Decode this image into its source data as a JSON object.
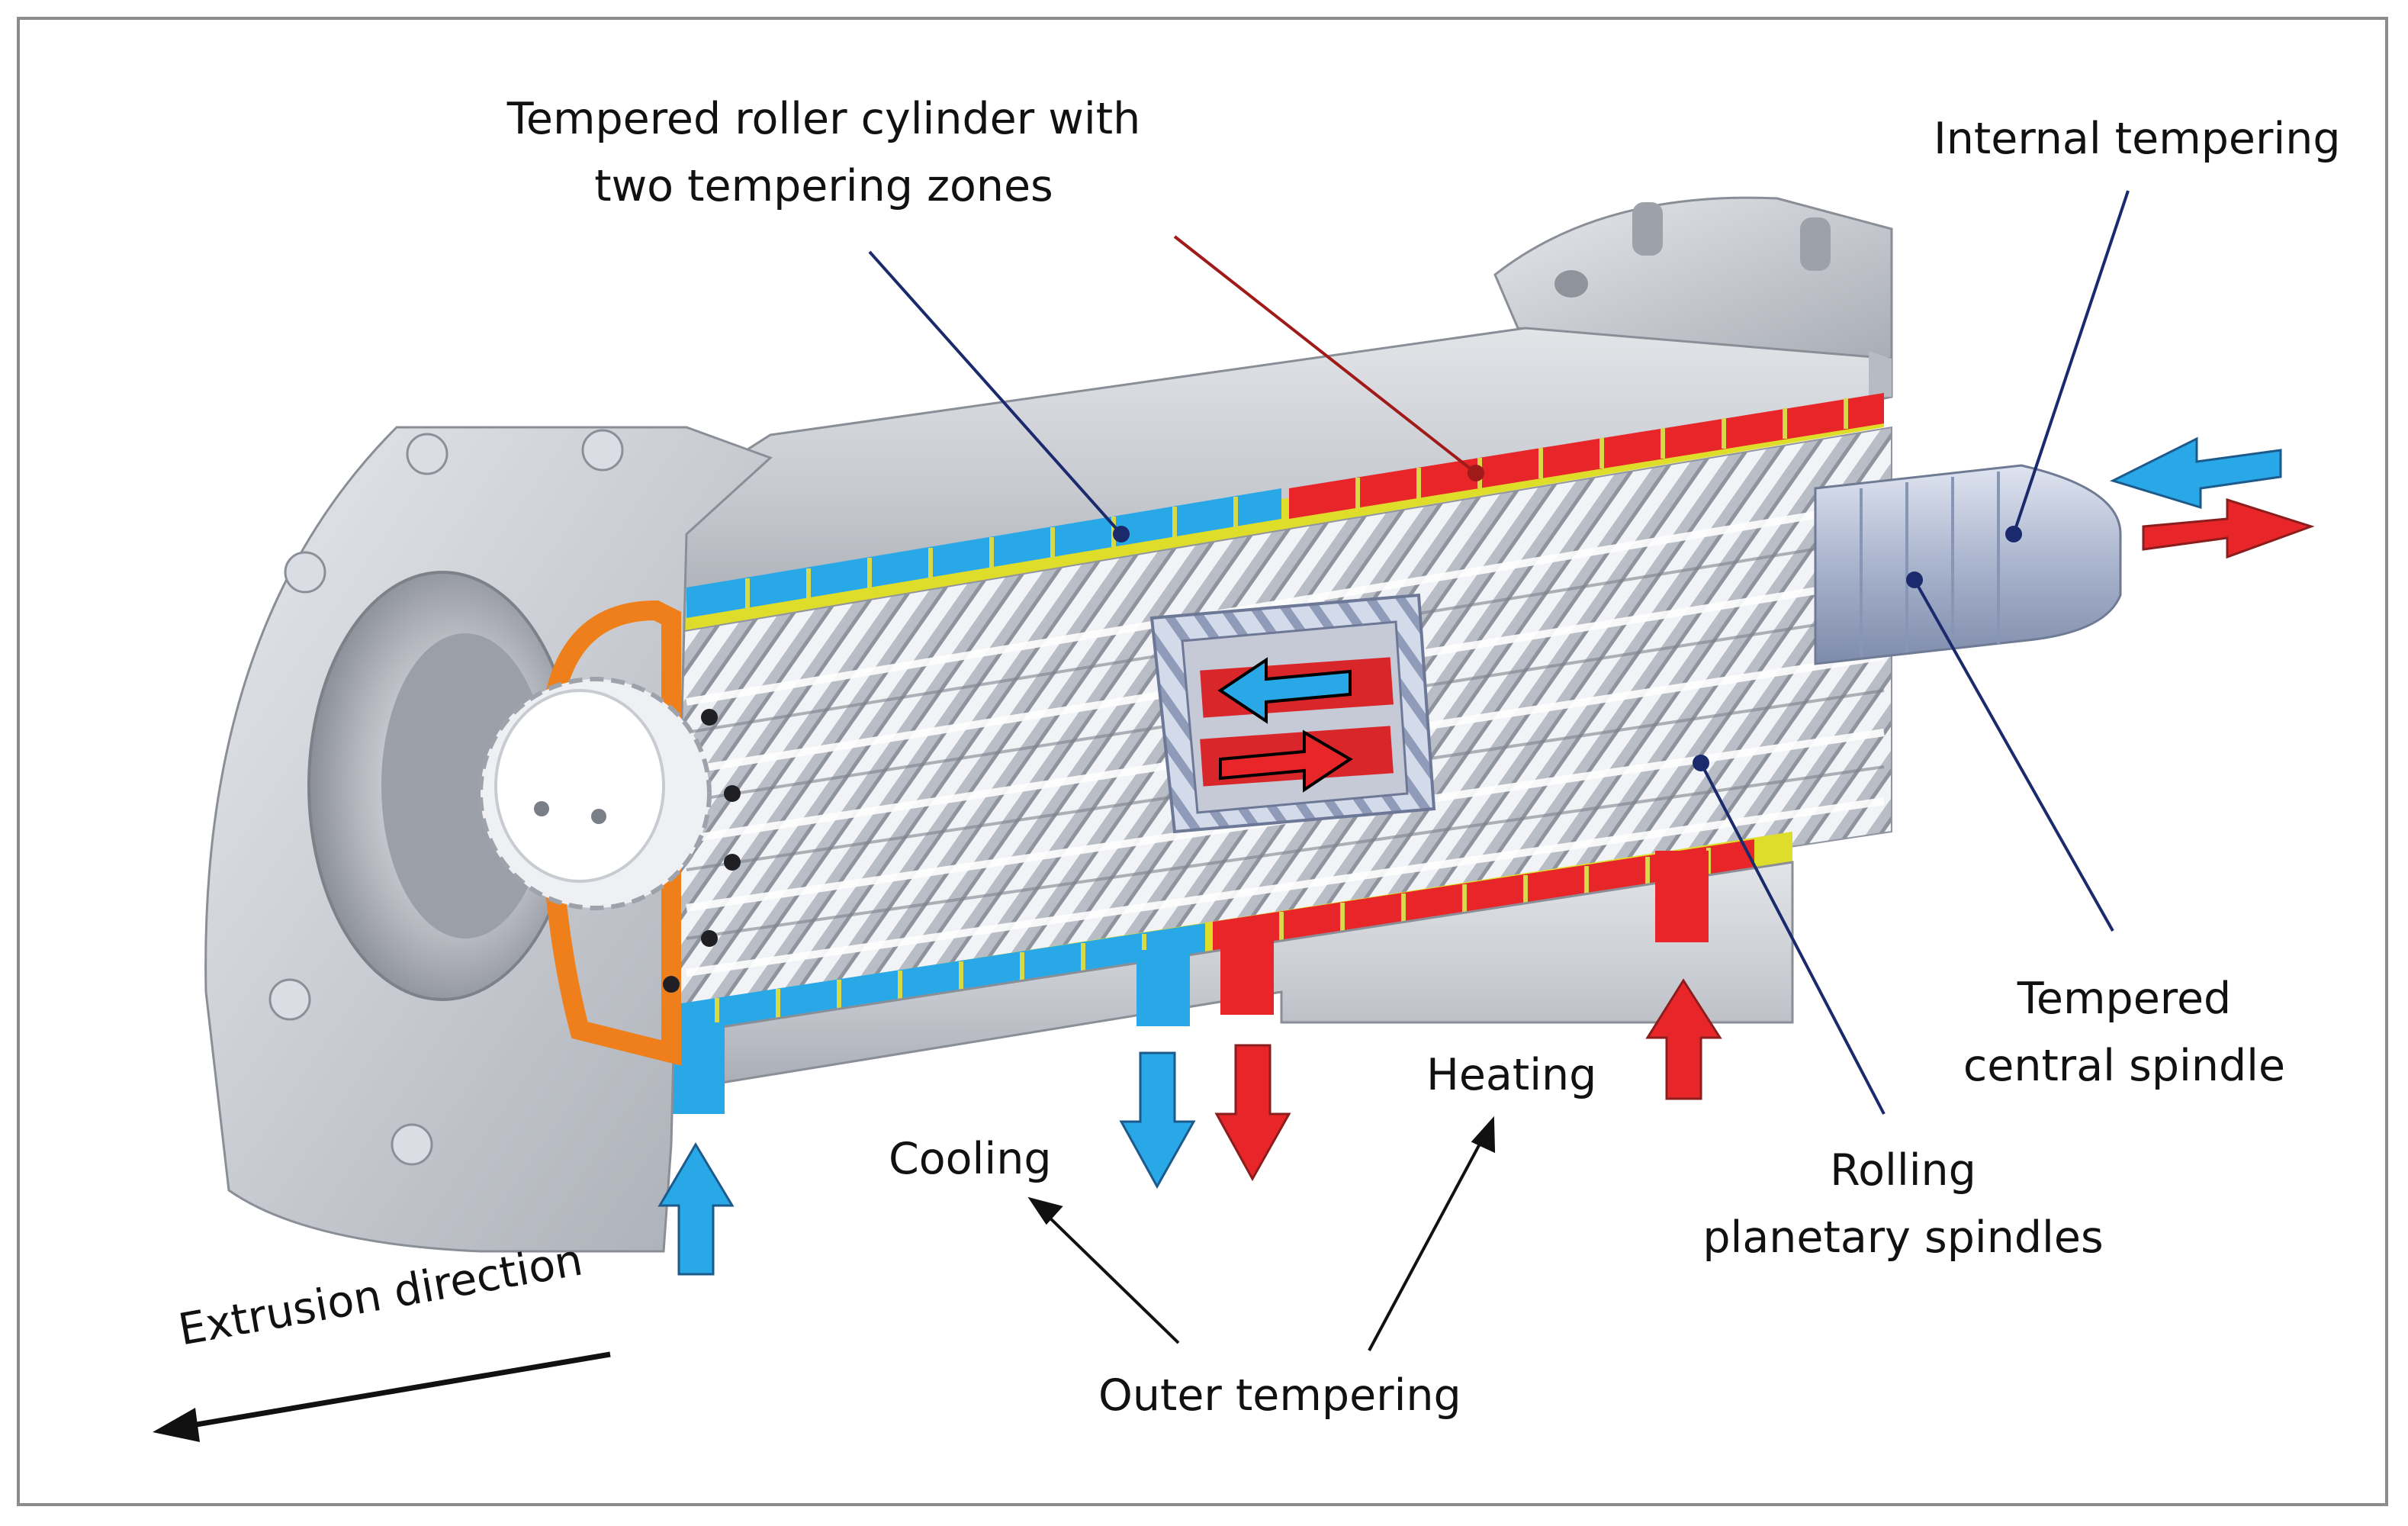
{
  "labels": {
    "roller_cylinder_line1": "Tempered roller cylinder with",
    "roller_cylinder_line2": "two tempering zones",
    "internal_tempering": "Internal tempering",
    "central_spindle_line1": "Tempered",
    "central_spindle_line2": "central spindle",
    "heating": "Heating",
    "cooling": "Cooling",
    "planetary_line1": "Rolling",
    "planetary_line2": "planetary spindles",
    "outer_tempering": "Outer tempering",
    "extrusion_direction": "Extrusion direction"
  },
  "colors": {
    "cooling": "#29a8e8",
    "heating": "#e8262a",
    "steel": "#c9cbd1",
    "steel_dark": "#9ea2ab",
    "yellow_layer": "#dede2a",
    "orange_ring": "#ee7f1b",
    "leader_navy": "#1a2a6c",
    "leader_red": "#a01a1a"
  }
}
